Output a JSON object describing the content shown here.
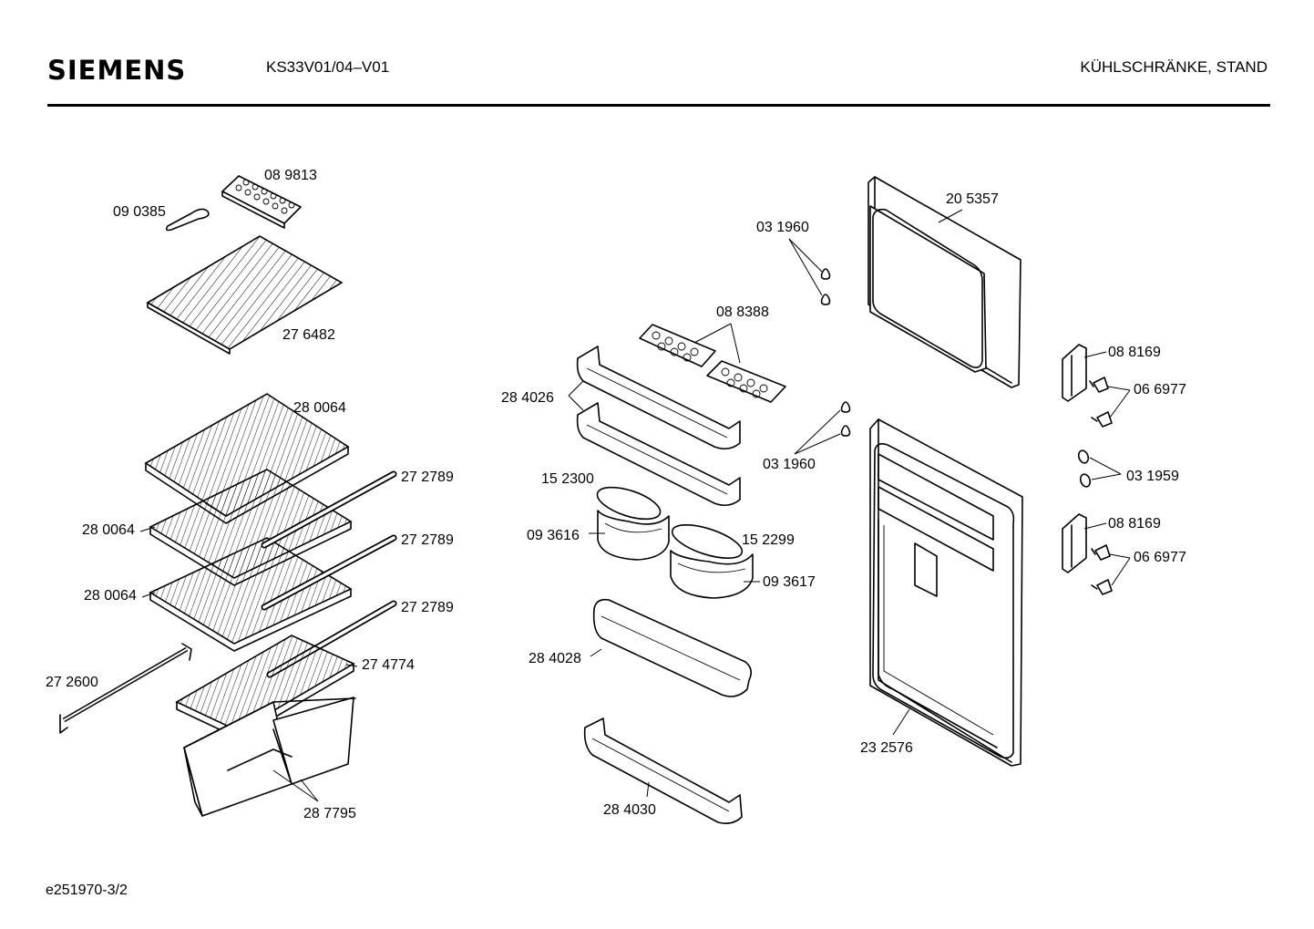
{
  "header": {
    "brand": "SIEMENS",
    "model": "KS33V01/04–V01",
    "category": "KÜHLSCHRÄNKE, STAND"
  },
  "footer": {
    "doc_ref": "e251970-3/2"
  },
  "parts": {
    "ice_tray": "08 9813",
    "ice_scoop": "09 0385",
    "freezer_grid": "27 6482",
    "shelf_top": "28 0064",
    "shelf_mid": "28 0064",
    "shelf_low": "28 0064",
    "trim_1": "27 2789",
    "trim_2": "27 2789",
    "trim_3": "27 2789",
    "glass_trim": "27 4774",
    "rail": "27 2600",
    "crisper": "28 7795",
    "egg_tray": "08 8388",
    "door_shelf_top": "28 4026",
    "lid_left": "15 2300",
    "box_left": "09 3616",
    "lid_right": "15 2299",
    "box_right": "09 3617",
    "door_shelf_mid": "28 4028",
    "door_shelf_bottom": "28 4030",
    "plug_top": "03 1960",
    "plug_mid": "03 1960",
    "freezer_door": "20 5357",
    "fridge_door": "23 2576",
    "hinge_top": "08 8169",
    "screw_top": "06 6977",
    "cap": "03 1959",
    "hinge_bottom": "08 8169",
    "screw_bottom": "06 6977"
  }
}
